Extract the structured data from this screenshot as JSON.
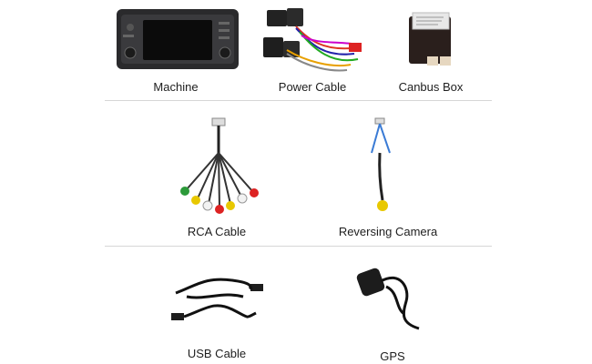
{
  "items": [
    {
      "id": "machine",
      "label": "Machine",
      "icon": "car-stereo-head-unit"
    },
    {
      "id": "power-cable",
      "label": "Power Cable",
      "icon": "wiring-harness"
    },
    {
      "id": "canbus-box",
      "label": "Canbus Box",
      "icon": "canbus-decoder-box"
    },
    {
      "id": "rca-cable",
      "label": "RCA Cable",
      "icon": "rca-cable-bundle"
    },
    {
      "id": "reversing-camera",
      "label": "Reversing  Camera",
      "icon": "reversing-camera-cable"
    },
    {
      "id": "usb-cable",
      "label": "USB Cable",
      "icon": "usb-cable-pair"
    },
    {
      "id": "gps",
      "label": "GPS",
      "icon": "gps-antenna"
    }
  ]
}
